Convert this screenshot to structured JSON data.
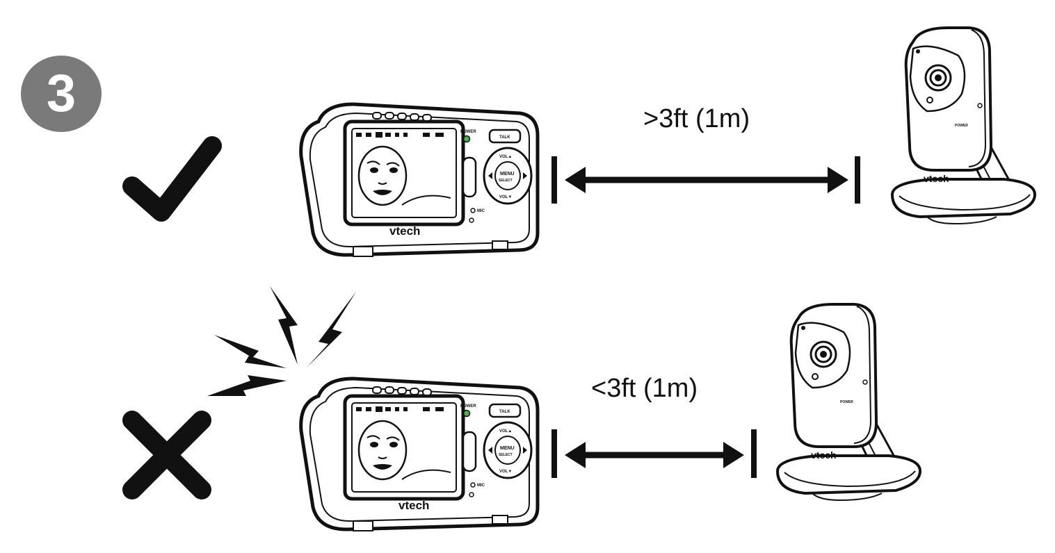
{
  "step": {
    "number": "3"
  },
  "scenes": [
    {
      "status": "correct",
      "distance_label": ">3ft (1m)"
    },
    {
      "status": "incorrect",
      "distance_label": "<3ft (1m)"
    }
  ],
  "device": {
    "brand": "vtech",
    "buttons": {
      "power": "POWER",
      "talk": "TALK",
      "vol_up": "VOL▲",
      "menu": "MENU",
      "select": "SELECT",
      "vol_down": "VOL▼",
      "mic": "MIC"
    },
    "camera_power": "POWER"
  },
  "colors": {
    "badge": "#7a7a7a",
    "ink": "#111111",
    "power_led": "#4caf50"
  }
}
